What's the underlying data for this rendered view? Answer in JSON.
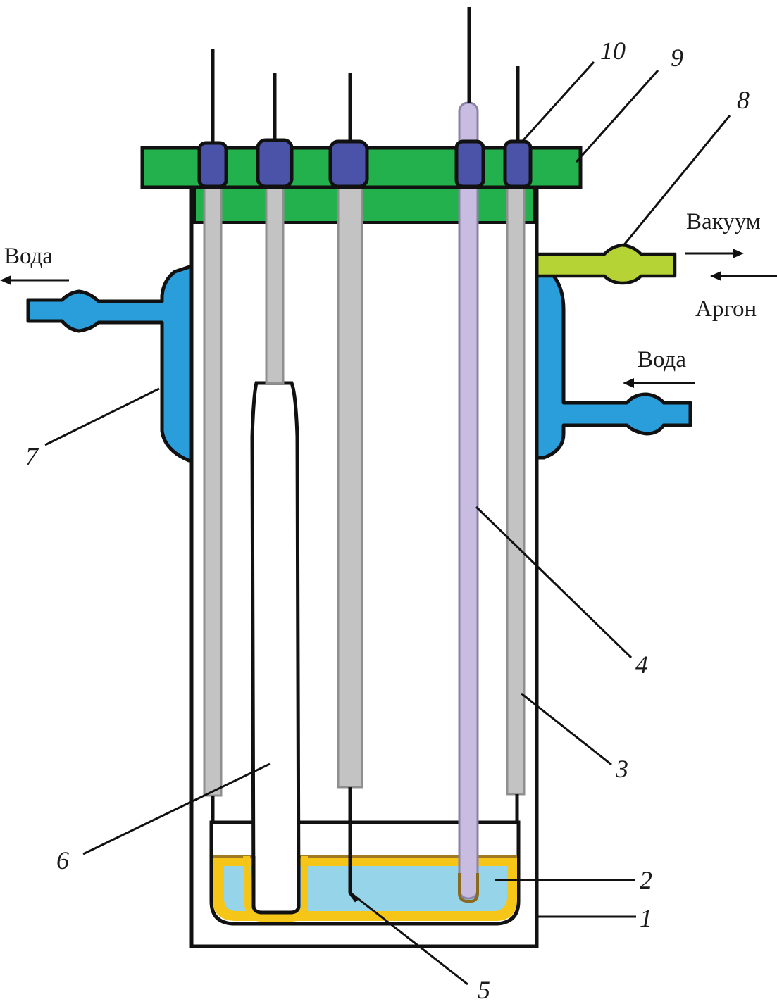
{
  "colors": {
    "lid": "#22b14c",
    "plug": "#4b53a8",
    "jacket": "#2a9ddb",
    "vacuum_port": "#b5d334",
    "rod": "#c3c3c3",
    "rod_edge": "#8f8f8f",
    "thermocouple": "#c8bde0",
    "thermocouple_edge": "#8c84a8",
    "crucible": "#f5c518",
    "melt": "#96d4ea",
    "outline": "#111111"
  },
  "flows": {
    "water_out": "Вода",
    "water_in": "Вода",
    "vacuum": "Вакуум",
    "argon": "Аргон"
  },
  "labels": {
    "n1": "1",
    "n2": "2",
    "n3": "3",
    "n4": "4",
    "n5": "5",
    "n6": "6",
    "n7": "7",
    "n8": "8",
    "n9": "9",
    "n10": "10"
  }
}
